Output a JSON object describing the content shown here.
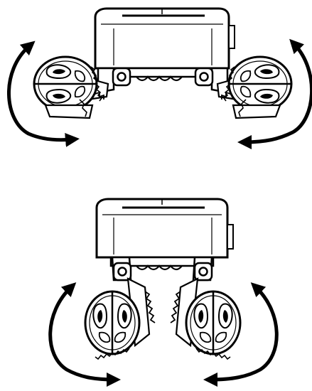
{
  "figure": {
    "panels": [
      {
        "id": "panel-top",
        "state": "arms-extended",
        "rotation_arrows": 2
      },
      {
        "id": "panel-bottom",
        "state": "arms-folded-down",
        "rotation_arrows": 2
      }
    ],
    "icons": {
      "arrow": "curved-double-headed-arrow-icon",
      "hinge": "pivot-hinge-icon",
      "wheel": "treaded-wheel-icon"
    },
    "colors": {
      "line": "#000000",
      "fill": "#ffffff"
    }
  }
}
